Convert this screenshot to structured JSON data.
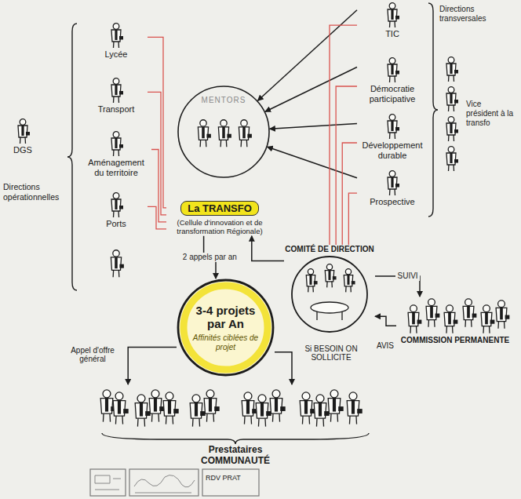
{
  "diagram": {
    "nodes": [
      {
        "text": [
          "DGS"
        ]
      },
      {
        "text": [
          "Lycée"
        ]
      },
      {
        "text": [
          "Transport"
        ]
      },
      {
        "text": [
          "Aménagement du territoire"
        ]
      },
      {
        "text": [
          "Ports"
        ]
      },
      {
        "text": [
          "TIC"
        ]
      },
      {
        "text": [
          "Démocratie participative"
        ]
      },
      {
        "text": [
          "Développement durable"
        ]
      },
      {
        "text": [
          "Prospective"
        ]
      },
      {
        "text": [
          "MENTORS"
        ]
      },
      {
        "text": [
          "La TRANSFO",
          "(Cellule d'innovation et de transformation Régionale)"
        ]
      },
      {
        "text": [
          "COMITÉ DE DIRECTION"
        ]
      },
      {
        "text": [
          "3-4 projets par An",
          "Affinités ciblées de projet"
        ]
      },
      {
        "text": [
          "COMMISSION PERMANENTE"
        ]
      },
      {
        "text": [
          "Prestataires COMMUNAUTÉ"
        ]
      },
      {
        "text": [
          "Vice président à la transfo"
        ]
      }
    ],
    "edges": [
      {
        "from": 1,
        "to": 10,
        "arrow": "none"
      },
      {
        "from": 2,
        "to": 10,
        "arrow": "none"
      },
      {
        "from": 3,
        "to": 10,
        "arrow": "none"
      },
      {
        "from": 4,
        "to": 10,
        "arrow": "none"
      },
      {
        "from": 5,
        "to": 9,
        "arrow": "to"
      },
      {
        "from": 6,
        "to": 9,
        "arrow": "to"
      },
      {
        "from": 7,
        "to": 9,
        "arrow": "to"
      },
      {
        "from": 8,
        "to": 9,
        "arrow": "to"
      },
      {
        "from": 5,
        "to": 11,
        "arrow": "none"
      },
      {
        "from": 6,
        "to": 11,
        "arrow": "none"
      },
      {
        "from": 7,
        "to": 11,
        "arrow": "none"
      },
      {
        "from": 8,
        "to": 11,
        "arrow": "none"
      },
      {
        "from": 11,
        "to": 10,
        "arrow": "to"
      },
      {
        "from": 10,
        "to": 12,
        "label": "2 appels par an",
        "arrow": "to"
      },
      {
        "from": 12,
        "to": 14,
        "label": "Appel d'offre général",
        "arrow": "to"
      },
      {
        "from": 12,
        "to": 14,
        "label": "Si BESOIN ON SOLLICITE",
        "arrow": "to"
      },
      {
        "from": 11,
        "to": 13,
        "label": "SUIVI",
        "arrow": "to"
      },
      {
        "from": 13,
        "to": 11,
        "label": "AVIS",
        "arrow": "to"
      }
    ],
    "labels": [
      "Directions opérationnelles",
      "Directions transversales",
      "RDV PRAT"
    ]
  }
}
